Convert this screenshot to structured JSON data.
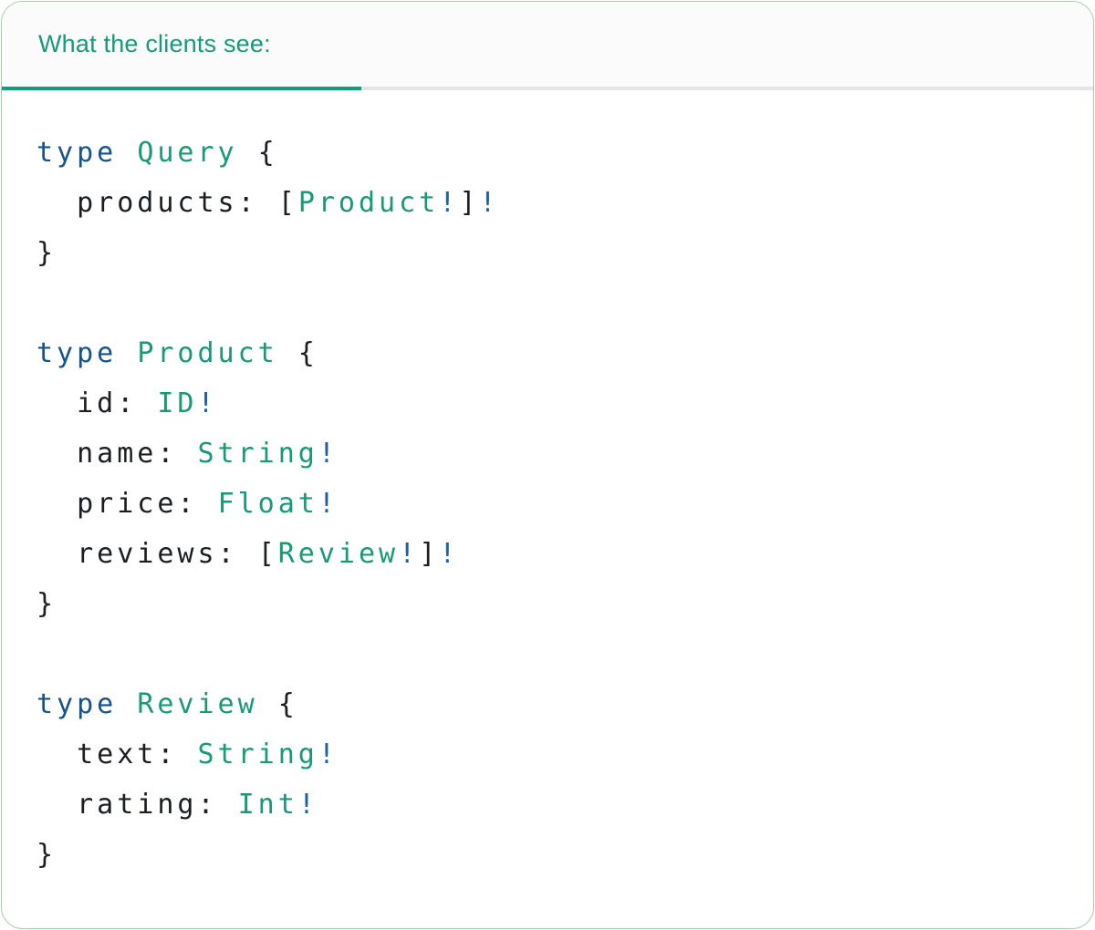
{
  "colors": {
    "header_background": "#fbfbfb",
    "header_divider": "#e4e4e4",
    "accent_teal": "#179a78",
    "panel_border": "#a5cfa8",
    "code_plain": "#1b1e22",
    "code_keyword": "#15538e",
    "code_typename": "#189a78",
    "code_bang": "#1d5fa8"
  },
  "panel": {
    "tab": {
      "label": "What the clients see:"
    },
    "code": {
      "language": "graphql",
      "lines": [
        {
          "tokens": [
            {
              "text": "type",
              "style": "keyword"
            },
            {
              "text": " ",
              "style": "plain"
            },
            {
              "text": "Query",
              "style": "typename"
            },
            {
              "text": " {",
              "style": "plain"
            }
          ]
        },
        {
          "tokens": [
            {
              "text": "  products: ",
              "style": "plain"
            },
            {
              "text": "[",
              "style": "plain"
            },
            {
              "text": "Product",
              "style": "typename"
            },
            {
              "text": "!",
              "style": "bang"
            },
            {
              "text": "]",
              "style": "plain"
            },
            {
              "text": "!",
              "style": "bang"
            }
          ]
        },
        {
          "tokens": [
            {
              "text": "}",
              "style": "plain"
            }
          ]
        },
        {
          "tokens": []
        },
        {
          "tokens": [
            {
              "text": "type",
              "style": "keyword"
            },
            {
              "text": " ",
              "style": "plain"
            },
            {
              "text": "Product",
              "style": "typename"
            },
            {
              "text": " {",
              "style": "plain"
            }
          ]
        },
        {
          "tokens": [
            {
              "text": "  id: ",
              "style": "plain"
            },
            {
              "text": "ID",
              "style": "typename"
            },
            {
              "text": "!",
              "style": "bang"
            }
          ]
        },
        {
          "tokens": [
            {
              "text": "  name: ",
              "style": "plain"
            },
            {
              "text": "String",
              "style": "typename"
            },
            {
              "text": "!",
              "style": "bang"
            }
          ]
        },
        {
          "tokens": [
            {
              "text": "  price: ",
              "style": "plain"
            },
            {
              "text": "Float",
              "style": "typename"
            },
            {
              "text": "!",
              "style": "bang"
            }
          ]
        },
        {
          "tokens": [
            {
              "text": "  reviews: ",
              "style": "plain"
            },
            {
              "text": "[",
              "style": "plain"
            },
            {
              "text": "Review",
              "style": "typename"
            },
            {
              "text": "!",
              "style": "bang"
            },
            {
              "text": "]",
              "style": "plain"
            },
            {
              "text": "!",
              "style": "bang"
            }
          ]
        },
        {
          "tokens": [
            {
              "text": "}",
              "style": "plain"
            }
          ]
        },
        {
          "tokens": []
        },
        {
          "tokens": [
            {
              "text": "type",
              "style": "keyword"
            },
            {
              "text": " ",
              "style": "plain"
            },
            {
              "text": "Review",
              "style": "typename"
            },
            {
              "text": " {",
              "style": "plain"
            }
          ]
        },
        {
          "tokens": [
            {
              "text": "  text: ",
              "style": "plain"
            },
            {
              "text": "String",
              "style": "typename"
            },
            {
              "text": "!",
              "style": "bang"
            }
          ]
        },
        {
          "tokens": [
            {
              "text": "  rating: ",
              "style": "plain"
            },
            {
              "text": "Int",
              "style": "typename"
            },
            {
              "text": "!",
              "style": "bang"
            }
          ]
        },
        {
          "tokens": [
            {
              "text": "}",
              "style": "plain"
            }
          ]
        }
      ]
    }
  }
}
